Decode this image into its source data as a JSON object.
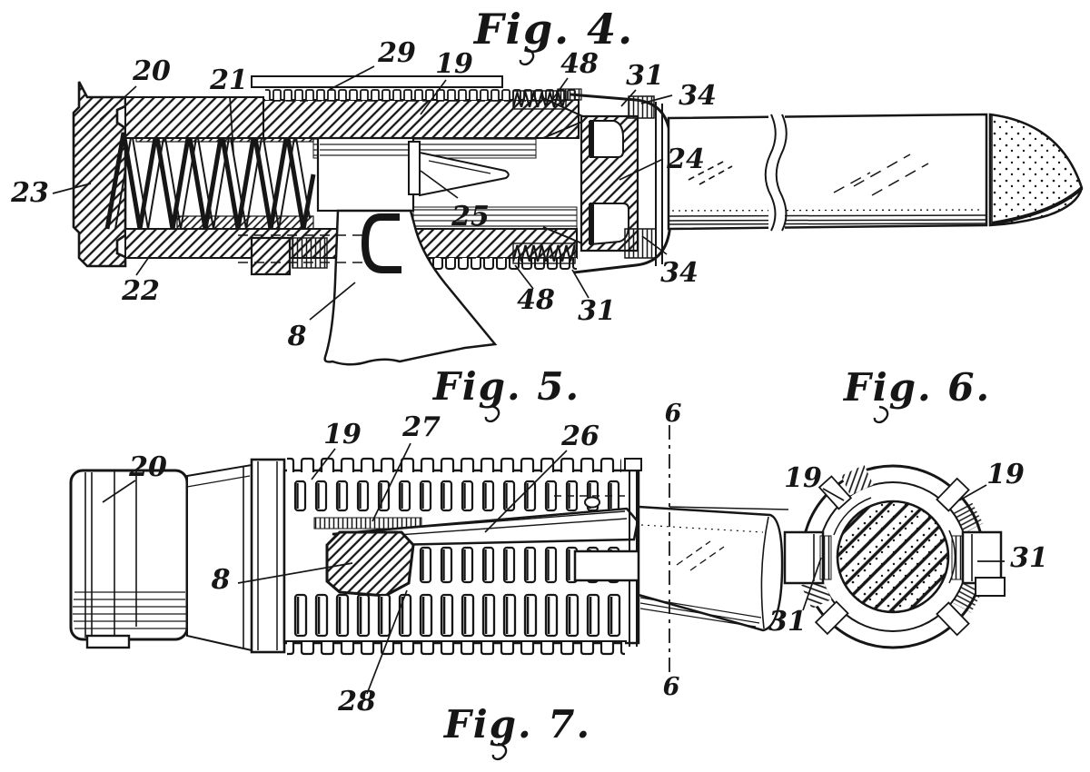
{
  "page": {
    "background": "#ffffff",
    "ink": "#161616"
  },
  "fig4": {
    "caption": "Fig. 4.",
    "labels": [
      "20",
      "21",
      "29",
      "19",
      "48",
      "31",
      "34",
      "23",
      "22",
      "25",
      "24",
      "8",
      "48",
      "31",
      "34"
    ]
  },
  "fig5": {
    "caption": "Fig. 5.",
    "labels": [
      "19",
      "27",
      "26",
      "6",
      "20",
      "8",
      "28",
      "6"
    ]
  },
  "fig6": {
    "caption": "Fig. 6.",
    "labels": [
      "19",
      "19",
      "31",
      "31"
    ]
  },
  "fig7": {
    "caption": "Fig. 7."
  }
}
